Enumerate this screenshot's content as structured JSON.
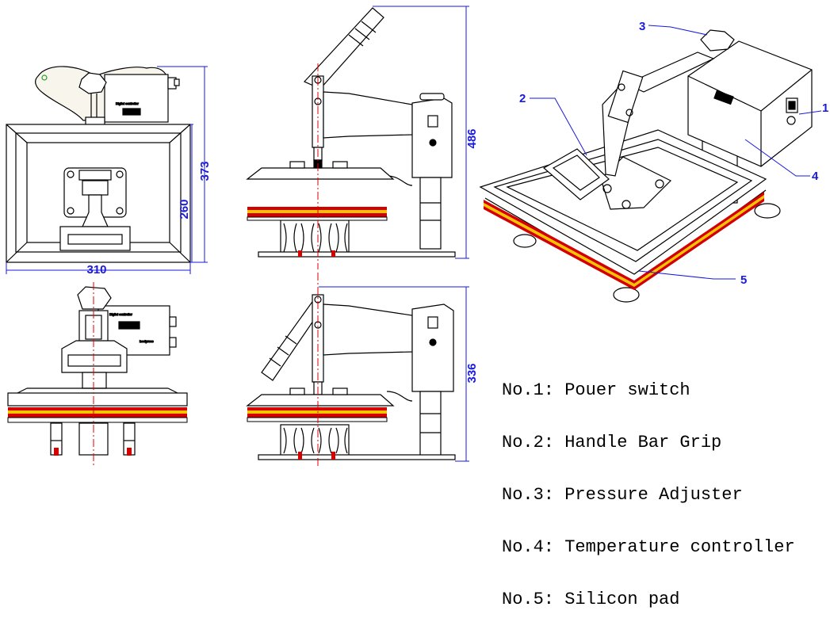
{
  "dimensions": {
    "width_310": "310",
    "height_260": "260",
    "height_373": "373",
    "height_486": "486",
    "height_336": "336"
  },
  "callouts": {
    "c1": "1",
    "c2": "2",
    "c3": "3",
    "c4": "4",
    "c5": "5"
  },
  "controller": {
    "title": "Digital controller",
    "brand": "heatpress"
  },
  "legend": {
    "items": [
      {
        "label": "No.1: Pouer switch"
      },
      {
        "label": "No.2: Handle Bar Grip"
      },
      {
        "label": "No.3: Pressure Adjuster"
      },
      {
        "label": "No.4: Temperature controller"
      },
      {
        "label": "No.5: Silicon pad"
      }
    ]
  },
  "colors": {
    "dimension_blue": "#1a1adc",
    "pad_red": "#d40000",
    "pad_yellow": "#f5c400",
    "centerline_red": "#e00000"
  }
}
